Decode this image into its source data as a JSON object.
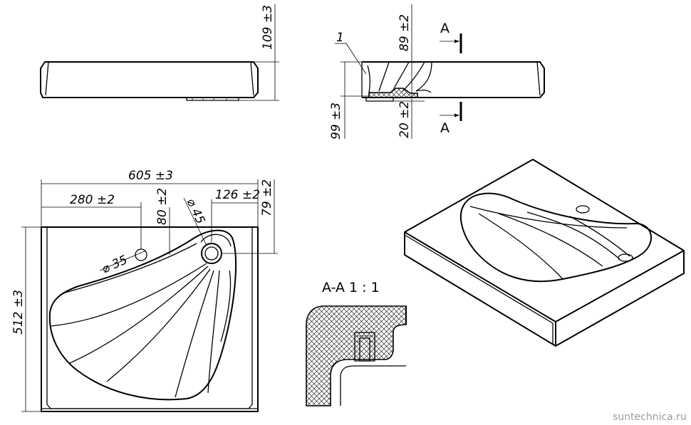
{
  "side_view": {
    "height_label": "109 ±3"
  },
  "front_section_view": {
    "callout_number": "1",
    "top_label": "89 ±2",
    "left_label": "99 ±3",
    "bottom_label": "20 ±2",
    "section_mark_top": "A",
    "section_mark_bottom": "A"
  },
  "plan_view": {
    "width_label": "605 ±3",
    "hole_offset_label": "280 ±2",
    "hole_depth_label": "80 ±2",
    "drain_offset_label": "126 ±2",
    "drain_depth_label": "79 ±2",
    "drain_diameter_label": "⌀ 45",
    "hole_diameter_label": "⌀ 35",
    "depth_label": "512 ±3"
  },
  "section_detail": {
    "title": "A-A 1 : 1"
  },
  "watermark": "suntechnica.ru"
}
